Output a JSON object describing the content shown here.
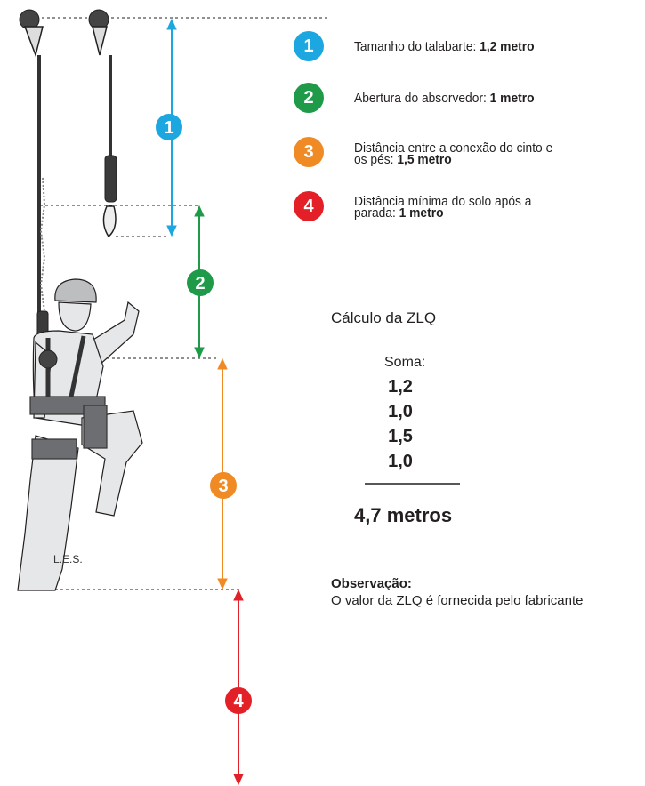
{
  "legend": [
    {
      "number": "1",
      "color": "#1ca7e1",
      "text": "Tamanho do talabarte: ",
      "value": "1,2 metro"
    },
    {
      "number": "2",
      "color": "#1e9a48",
      "text": "Abertura do absorvedor: ",
      "value": "1 metro"
    },
    {
      "number": "3",
      "color": "#f08a24",
      "text_line1": "Distância entre a conexão do cinto e",
      "text_line2": "os pés: ",
      "value": "1,5 metro"
    },
    {
      "number": "4",
      "color": "#e32027",
      "text_line1": "Distância mínima do solo após a",
      "text_line2": "parada: ",
      "value": "1 metro"
    }
  ],
  "calc": {
    "title": "Cálculo da ZLQ",
    "sum_label": "Soma:",
    "values": [
      "1,2",
      "1,0",
      "1,5",
      "1,0"
    ],
    "total": "4,7 metros"
  },
  "note": {
    "title": "Observação:",
    "text": "O valor da ZLQ é fornecida pelo fabricante"
  },
  "figure": {
    "signature": "L.E.S.",
    "markers": [
      "1",
      "2",
      "3",
      "4"
    ]
  }
}
